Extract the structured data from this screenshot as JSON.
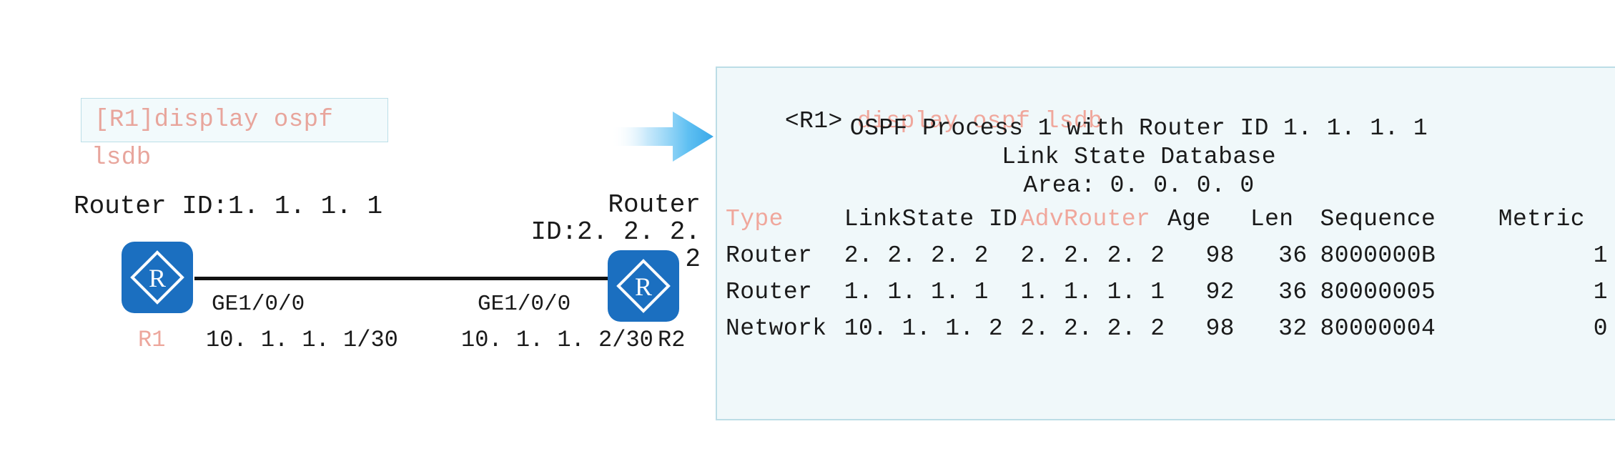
{
  "topology": {
    "command_box": {
      "text": "[R1]display ospf",
      "continuation": "lsdb",
      "border_color": "#bcdfe8",
      "background_color": "#f2fafc",
      "text_color": "#e8a59c"
    },
    "routers": [
      {
        "name": "R1",
        "name_color": "#eda69c",
        "router_id_label": "Router ID:1. 1. 1. 1",
        "interface": "GE1/0/0",
        "ip_address": "10. 1. 1. 1/30",
        "icon": "router-icon"
      },
      {
        "name": "R2",
        "name_color": "#1a1a1a",
        "router_id_label": "Router ID:2. 2. 2. 2",
        "router_id_line1": "Router",
        "router_id_line2": "ID:2. 2. 2. 2",
        "interface": "GE1/0/0",
        "ip_address": "10. 1. 1. 2/30",
        "icon": "router-icon"
      }
    ],
    "link": {
      "style": "solid",
      "color": "#111111"
    },
    "arrow": {
      "name": "flow-arrow",
      "direction": "right",
      "color": "#4eb8f0"
    }
  },
  "terminal": {
    "background_color": "#f0f8fa",
    "border_color": "#bcdde6",
    "prompt_host": "<R1>",
    "prompt_command": "display ospf lsdb",
    "accent_color": "#f0a79c",
    "headers": {
      "process": "OSPF Process 1 with Router ID 1. 1. 1. 1",
      "database": "Link State Database",
      "area": "Area: 0. 0. 0. 0"
    },
    "table": {
      "columns": [
        {
          "key": "type",
          "label": "Type",
          "accent": true
        },
        {
          "key": "lsid",
          "label": "LinkState ID",
          "accent": false
        },
        {
          "key": "adv",
          "label": "AdvRouter",
          "accent": true
        },
        {
          "key": "age",
          "label": "Age",
          "accent": false
        },
        {
          "key": "len",
          "label": "Len",
          "accent": false
        },
        {
          "key": "sequence",
          "label": "Sequence",
          "accent": false
        },
        {
          "key": "metric",
          "label": "Metric",
          "accent": false
        }
      ],
      "rows": [
        {
          "type": "Router",
          "lsid": "2. 2. 2. 2",
          "adv": "2. 2. 2. 2",
          "age": "98",
          "len": "36",
          "sequence": "8000000B",
          "metric": "1"
        },
        {
          "type": "Router",
          "lsid": "1. 1. 1. 1",
          "adv": "1. 1. 1. 1",
          "age": "92",
          "len": "36",
          "sequence": "80000005",
          "metric": "1"
        },
        {
          "type": "Network",
          "lsid": "10. 1. 1. 2",
          "adv": "2. 2. 2. 2",
          "age": "98",
          "len": "32",
          "sequence": "80000004",
          "metric": "0"
        }
      ]
    }
  }
}
